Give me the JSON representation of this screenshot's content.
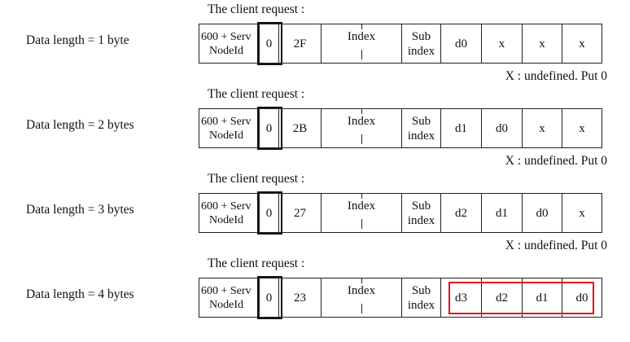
{
  "rows": [
    {
      "title": "The client request :",
      "label": "Data length = 1 byte",
      "cells": {
        "serv_line1": "600 + Serv",
        "serv_line2": "NodeId",
        "zero": "0",
        "cmd": "2F",
        "index": "Index",
        "sub_line1": "Sub",
        "sub_line2": "index",
        "d1": "d0",
        "d2": "x",
        "d3": "x",
        "d4": "x"
      },
      "note": "X : undefined. Put 0"
    },
    {
      "title": "The client request :",
      "label": "Data length = 2 bytes",
      "cells": {
        "serv_line1": "600 + Serv",
        "serv_line2": "NodeId",
        "zero": "0",
        "cmd": "2B",
        "index": "Index",
        "sub_line1": "Sub",
        "sub_line2": "index",
        "d1": "d1",
        "d2": "d0",
        "d3": "x",
        "d4": "x"
      },
      "note": "X : undefined. Put 0"
    },
    {
      "title": "The client request :",
      "label": "Data length = 3 bytes",
      "cells": {
        "serv_line1": "600 + Serv",
        "serv_line2": "NodeId",
        "zero": "0",
        "cmd": "27",
        "index": "Index",
        "sub_line1": "Sub",
        "sub_line2": "index",
        "d1": "d2",
        "d2": "d1",
        "d3": "d0",
        "d4": "x"
      },
      "note": "X : undefined. Put 0"
    },
    {
      "title": "The client request :",
      "label": "Data length = 4 bytes",
      "cells": {
        "serv_line1": "600 + Serv",
        "serv_line2": "NodeId",
        "zero": "0",
        "cmd": "23",
        "index": "Index",
        "sub_line1": "Sub",
        "sub_line2": "index",
        "d1": "d3",
        "d2": "d2",
        "d3": "d1",
        "d4": "d0"
      }
    }
  ],
  "colors": {
    "highlight_frame": "#111111",
    "data_highlight": "#e0141e"
  }
}
